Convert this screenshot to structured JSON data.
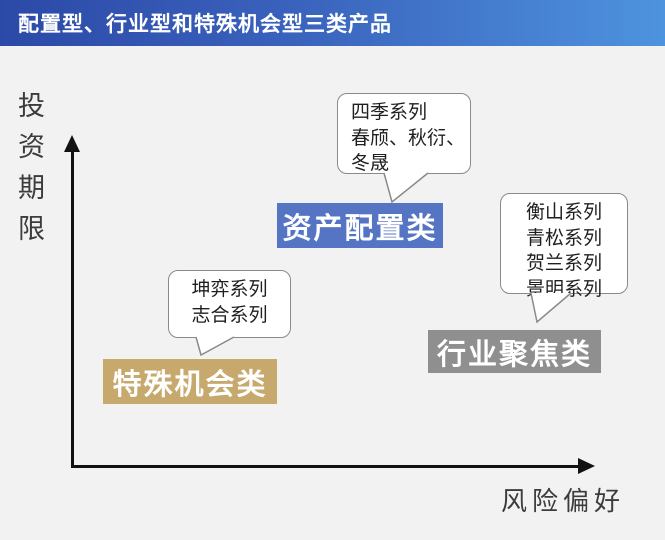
{
  "header": {
    "title": "配置型、行业型和特殊机会型三类产品"
  },
  "axes": {
    "y_label": "投资期限",
    "x_label": "风险偏好"
  },
  "categories": {
    "asset_allocation": {
      "label": "资产配置类",
      "color": "#5574c4",
      "bubble_lines": [
        "四季系列",
        "春颀、秋衍、",
        "冬晟"
      ]
    },
    "industry_focus": {
      "label": "行业聚焦类",
      "color": "#8f8f8f",
      "bubble_lines": [
        "衡山系列",
        "青松系列",
        "贺兰系列",
        "景明系列"
      ]
    },
    "special_opportunity": {
      "label": "特殊机会类",
      "color": "#c7a96e",
      "bubble_lines": [
        "坤弈系列",
        "志合系列"
      ]
    }
  },
  "theme": {
    "header_gradient_left": "#2c49a7",
    "header_gradient_right": "#4e93de",
    "background": "#f2f2f2",
    "axis_color": "#121212",
    "bubble_border": "#8a8a8a"
  }
}
